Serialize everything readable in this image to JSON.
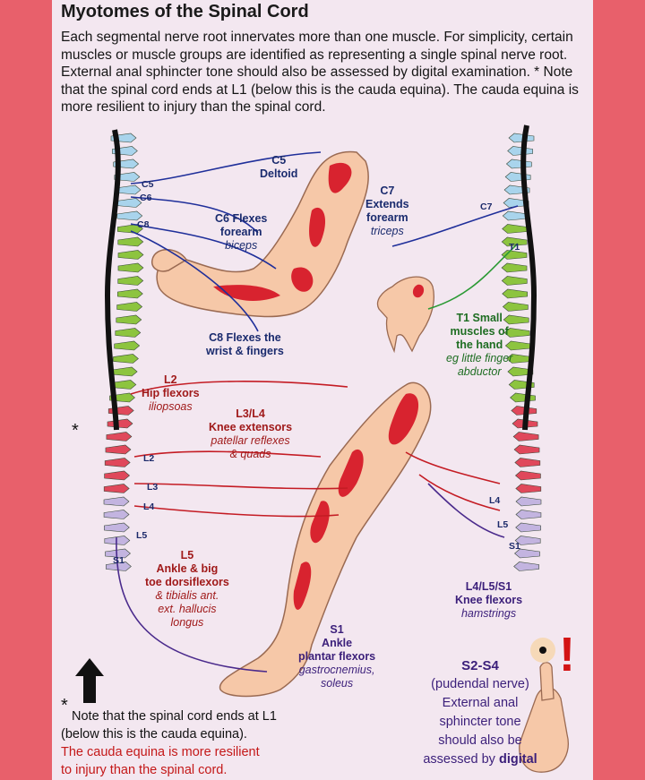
{
  "title": "Myotomes of the Spinal Cord",
  "intro": "Each segmental nerve root innervates more than one muscle. For simplicity, certain muscles or muscle groups are identified as representing a single spinal nerve root. External anal sphincter tone should also be assessed by digital examination. * Note that the spinal cord ends at L1 (below this is the cauda equina). The cauda equina is more resilient to injury than the spinal cord.",
  "segments": {
    "c5": "C5",
    "c6": "C6",
    "c8": "C8",
    "c7": "C7",
    "t1": "T1",
    "l2": "L2",
    "l3": "L3",
    "l4": "L4",
    "l5": "L5",
    "s1": "S1",
    "l4r": "L4",
    "l5r": "L5",
    "s1r": "S1"
  },
  "labels": {
    "c5_deltoid": {
      "seg": "C5",
      "name": "Deltoid"
    },
    "c6": {
      "name": "C6 Flexes",
      "name2": "forearm",
      "muscle": "biceps"
    },
    "c7": {
      "seg": "C7",
      "name": "Extends",
      "name2": "forearm",
      "muscle": "triceps"
    },
    "c8": {
      "name": "C8 Flexes the",
      "name2": "wrist & fingers"
    },
    "t1": {
      "name": "T1 Small",
      "name2": "muscles of",
      "name3": "the hand",
      "muscle": "eg little finger",
      "muscle2": "abductor"
    },
    "l2": {
      "seg": "L2",
      "name": "Hip flexors",
      "muscle": "iliopsoas"
    },
    "l3l4": {
      "seg": "L3/L4",
      "name": "Knee extensors",
      "muscle": "patellar reflexes",
      "muscle2": "& quads"
    },
    "l5": {
      "seg": "L5",
      "name": "Ankle & big",
      "name2": "toe dorsiflexors",
      "muscle": "& tibialis ant.",
      "muscle2": "ext. hallucis",
      "muscle3": "longus"
    },
    "s1": {
      "seg": "S1",
      "name": "Ankle",
      "name2": "plantar flexors",
      "muscle": "gastrocnemius,",
      "muscle2": "soleus"
    },
    "l4l5s1": {
      "seg": "L4/L5/S1",
      "name": "Knee flexors",
      "muscle": "hamstrings"
    }
  },
  "star_mark": "*",
  "note": {
    "star": "*",
    "line1": "Note that the spinal cord ends at L1",
    "line2": "(below this is the cauda equina).",
    "red1": "The cauda equina is more resilient",
    "red2": "to injury than the spinal cord."
  },
  "s2s4": {
    "title": "S2-S4",
    "line1": "(pudendal nerve)",
    "line2": "External anal",
    "line3": "sphincter tone",
    "line4": "should also be",
    "line5a": "assessed by ",
    "line5b": "digital"
  },
  "exclamation": "!",
  "colors": {
    "background": "#e8606b",
    "panel": "#f3e7f0",
    "cervical": "#a9d4ec",
    "thoracic": "#8dc43f",
    "lumbar": "#e0485b",
    "sacral": "#c3b4e0",
    "skin": "#f6c8a8",
    "muscle": "#d8232f",
    "nerve_blue": "#1f2f9a",
    "nerve_green": "#2b9a34",
    "nerve_red": "#c41c24",
    "nerve_purple": "#4a2a8c"
  }
}
